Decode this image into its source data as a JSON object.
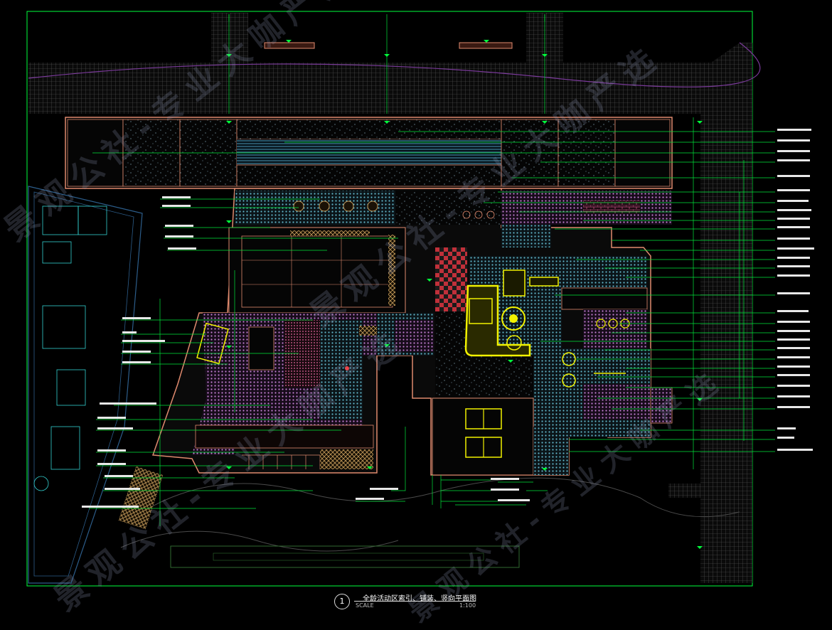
{
  "drawing": {
    "number": "1",
    "title": "全龄活动区索引、铺装、竖向平面图",
    "scale_label": "SCALE",
    "scale": "1:100"
  },
  "watermark": {
    "text": "景观公社-专业大咖严选"
  },
  "colors": {
    "background": "#000000",
    "frame": "#00ff3c",
    "leader": "#00e63a",
    "outline": "#e08a6e",
    "paving_blue": "#5fb3c7",
    "paving_magenta": "#c07bd0",
    "paving_pink": "#e4669c",
    "highlight_yellow": "#f2f200",
    "grid_gray": "#6c6c6c",
    "curve_purple": "#7a3a9a"
  },
  "icons": [
    "level-marker-icon",
    "section-circle-icon"
  ]
}
